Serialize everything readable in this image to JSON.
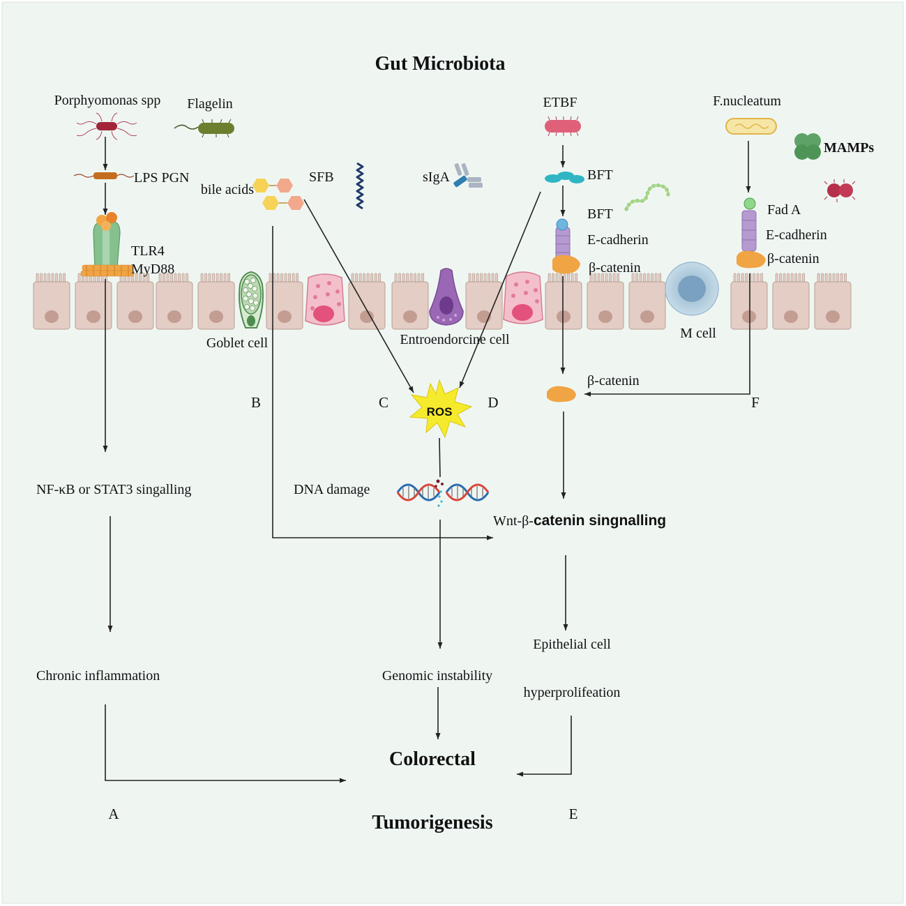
{
  "title": "Gut Microbiota",
  "microbes": {
    "porphyromonas": "Porphyomonas spp",
    "flagelin": "Flagelin",
    "etbf": "ETBF",
    "fnucleatum": "F.nucleatum",
    "mamps": "MAMPs",
    "sfb": "SFB",
    "siga": "sIgA",
    "bile_acids": "bile acids"
  },
  "molecules": {
    "lps_pgn": "LPS PGN",
    "tlr4": "TLR4",
    "myd88": "MyD88",
    "bft_1": "BFT",
    "bft_2": "BFT",
    "ecadherin_1": "E-cadherin",
    "beta_catenin_1": "β-catenin",
    "fada": "Fad A",
    "ecadherin_2": "E-cadherin",
    "beta_catenin_2": "β-catenin",
    "beta_catenin_free": "β-catenin",
    "ros": "ROS"
  },
  "cells": {
    "goblet": "Goblet cell",
    "entero": "Entroendorcine cell",
    "mcell": "M cell"
  },
  "pathways": {
    "nfkb": "NF-κB or STAT3 singalling",
    "dna_damage": "DNA damage",
    "wnt_prefix": "Wnt-β-",
    "wnt_rest": "catenin singnalling",
    "chronic": "Chronic inflammation",
    "genomic": "Genomic instability",
    "epithelial": "Epithelial cell",
    "hyperprolif": "hyperprolifeation",
    "outcome_line1": "Colorectal",
    "outcome_line2": "Tumorigenesis"
  },
  "route_letters": {
    "a": "A",
    "b": "B",
    "c": "C",
    "d": "D",
    "e": "E",
    "f": "F"
  },
  "colors": {
    "background": "#eff6f2",
    "cell_fill": "#e3cdc4",
    "cell_stroke": "#b89e94",
    "nucleus": "#c39d92",
    "receptor_green": "#86c08e",
    "receptor_purple": "#b59ad0",
    "catenin_orange": "#f0a444",
    "ros_yellow": "#f6ea2c"
  }
}
